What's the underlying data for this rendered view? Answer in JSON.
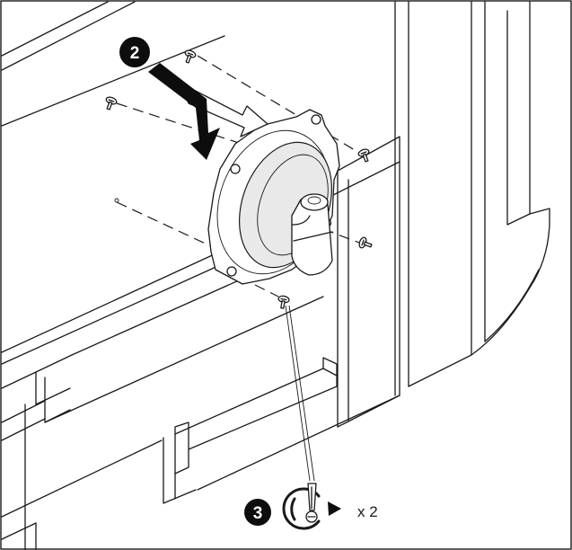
{
  "diagram": {
    "steps": [
      {
        "number": "2"
      },
      {
        "number": "3"
      }
    ],
    "turn_count": "x 2",
    "icons": {
      "push_arrow": "push-direction-arrow-icon",
      "screwdriver_rotate": "screwdriver-rotate-icon",
      "screw": "screw-icon"
    }
  }
}
